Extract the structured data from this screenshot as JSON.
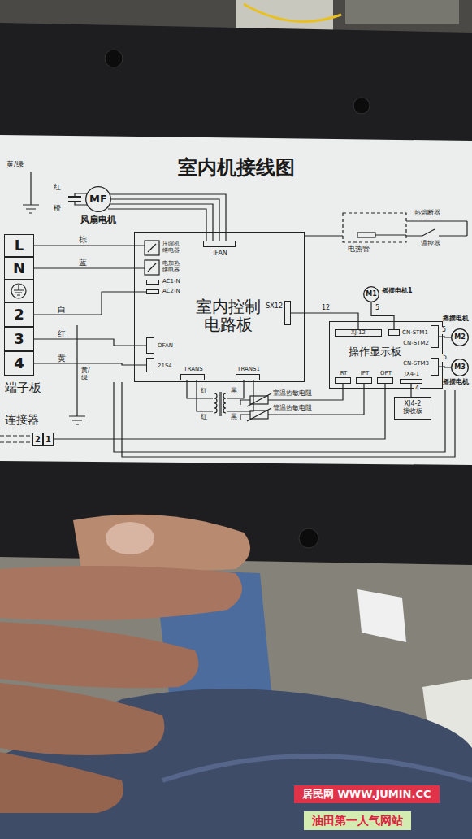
{
  "diagram": {
    "title": "室内机接线图",
    "nodes": [
      {
        "text": [
          "MF",
          "风扇电机"
        ]
      },
      {
        "text": [
          "端子板"
        ]
      },
      {
        "text": [
          "L"
        ],
        "in": 1
      },
      {
        "text": [
          "N"
        ],
        "in": 1
      },
      {
        "text": [
          "2"
        ],
        "in": 1
      },
      {
        "text": [
          "3"
        ],
        "in": 1
      },
      {
        "text": [
          "4"
        ],
        "in": 1
      },
      {
        "text": [
          "室内控制 电路板"
        ]
      },
      {
        "text": [
          "IFAN"
        ],
        "in": 7
      },
      {
        "text": [
          "AC1-N"
        ],
        "in": 7
      },
      {
        "text": [
          "AC2-N"
        ],
        "in": 7
      },
      {
        "text": [
          "SX12"
        ],
        "in": 7
      },
      {
        "text": [
          "OFAN"
        ],
        "in": 7
      },
      {
        "text": [
          "21S4"
        ],
        "in": 7
      },
      {
        "text": [
          "TRANS"
        ],
        "in": 7
      },
      {
        "text": [
          "TRANS1"
        ],
        "in": 7
      },
      {
        "text": [
          "操作显示板"
        ]
      },
      {
        "text": [
          "XJ-12"
        ],
        "in": 16
      },
      {
        "text": [
          "CN-STM1"
        ],
        "in": 16
      },
      {
        "text": [
          "CN-STM2"
        ],
        "in": 16
      },
      {
        "text": [
          "CN-STM3"
        ],
        "in": 16
      },
      {
        "text": [
          "RT"
        ],
        "in": 16
      },
      {
        "text": [
          "IPT"
        ],
        "in": 16
      },
      {
        "text": [
          "OPT"
        ],
        "in": 16
      },
      {
        "text": [
          "JX4-1"
        ],
        "in": 16
      },
      {
        "text": [
          "XJ4-2",
          "接收板"
        ]
      },
      {
        "text": [
          "M1",
          "摇摆电机1"
        ]
      },
      {
        "text": [
          "M2",
          "摇摆电机"
        ]
      },
      {
        "text": [
          "M3",
          "摇摆电机"
        ]
      },
      {
        "text": [
          "连接器"
        ]
      },
      {
        "text": [
          "2"
        ],
        "in": 29
      },
      {
        "text": [
          "1"
        ],
        "in": 29
      }
    ],
    "edges": [
      {
        "from": 0,
        "to": 8,
        "arrow": "none"
      },
      {
        "from": 2,
        "to": 7,
        "label": "棕",
        "arrow": "none"
      },
      {
        "from": 3,
        "to": 7,
        "label": "蓝",
        "arrow": "none"
      },
      {
        "from": 4,
        "to": 10,
        "label": "白",
        "arrow": "none"
      },
      {
        "from": 5,
        "to": 12,
        "label": "红",
        "arrow": "none"
      },
      {
        "from": 6,
        "to": 13,
        "label": "黄",
        "arrow": "none"
      },
      {
        "from": 11,
        "to": 17,
        "label": "12",
        "arrow": "none"
      },
      {
        "from": 18,
        "to": 26,
        "label": "5",
        "arrow": "none"
      },
      {
        "from": 19,
        "to": 27,
        "label": "5",
        "arrow": "none"
      },
      {
        "from": 20,
        "to": 28,
        "label": "5",
        "arrow": "none"
      },
      {
        "from": 24,
        "to": 25,
        "label": "4",
        "arrow": "none"
      },
      {
        "from": 23,
        "to": 31,
        "arrow": "none"
      }
    ],
    "labels": [
      "黄/绿",
      "红",
      "橙",
      "压缩机 继电器",
      "电加热 继电器",
      "电热管",
      "热熔断器",
      "温控器",
      "室温热敏电阻",
      "管温热敏电阻",
      "红",
      "黑",
      "红",
      "黑",
      "黄/绿",
      "居民网 WWW.JUMIN.CC",
      "油田第一人气网站"
    ]
  }
}
